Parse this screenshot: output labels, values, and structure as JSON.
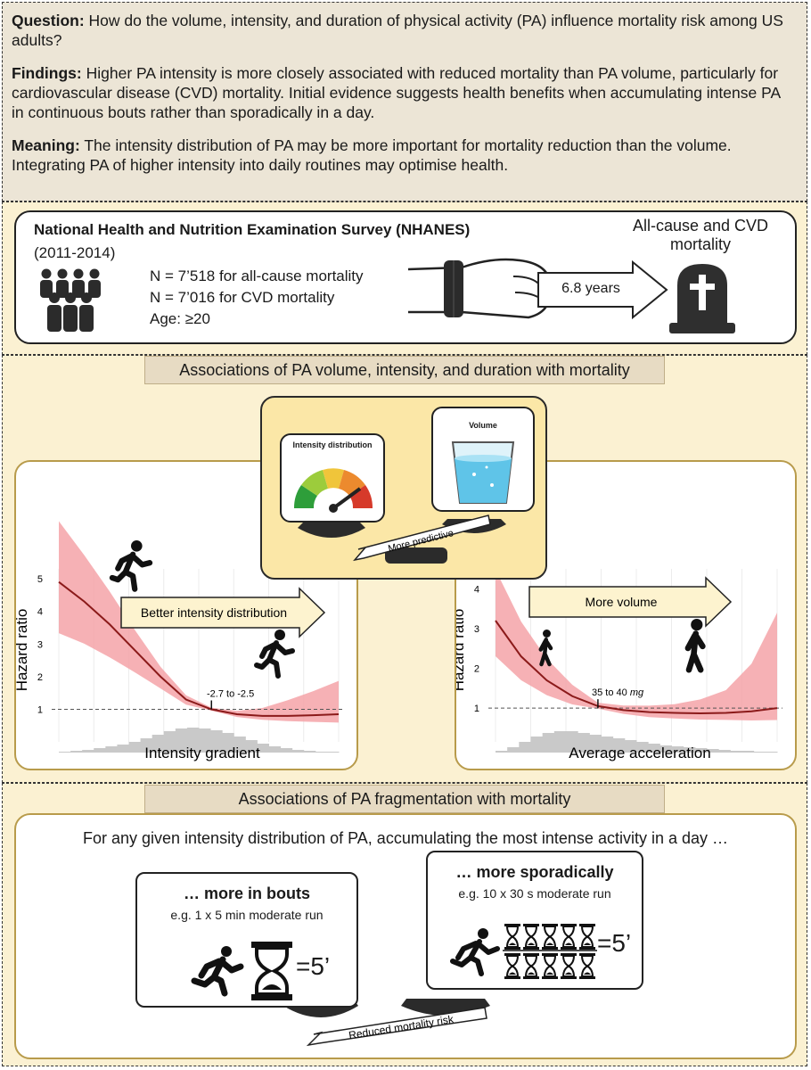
{
  "summary": {
    "question_label": "Question:",
    "question_text": " How do the volume, intensity, and duration of physical activity (PA) influence mortality risk among US adults?",
    "findings_label": "Findings:",
    "findings_text": " Higher PA intensity is more closely associated with reduced mortality than PA volume, particularly for cardiovascular disease (CVD) mortality. Initial evidence suggests health benefits when accumulating intense PA in continuous bouts rather than sporadically in a day.",
    "meaning_label": "Meaning:",
    "meaning_text": " The intensity distribution of PA may be more important for mortality reduction than the volume. Integrating PA of higher intensity into daily routines may optimise health."
  },
  "study": {
    "title": "National Health and Nutrition Examination Survey (NHANES)",
    "years": "(2011-2014)",
    "n_allcause": "N = 7’518 for all-cause mortality",
    "n_cvd": "N = 7’016 for CVD mortality",
    "age": "Age: ≥20",
    "followup": "6.8 years",
    "outcome_line1": "All-cause and CVD",
    "outcome_line2": "mortality"
  },
  "section2": {
    "banner": "Associations of PA volume, intensity, and duration with mortality",
    "gauge_title": "Intensity distribution",
    "volume_title": "Volume",
    "plank_label": "More predictive"
  },
  "chart_data": [
    {
      "type": "line",
      "ylabel": "Hazard ratio",
      "xlabel": "Intensity gradient",
      "yticks": [
        1,
        2,
        3,
        4,
        5
      ],
      "arrow_label": "Better intensity distribution",
      "annotation": "-2.7 to -2.5",
      "series": [
        {
          "values": [
            4.9,
            4.3,
            3.6,
            2.8,
            2.0,
            1.3,
            1.0,
            0.85,
            0.8,
            0.8,
            0.82,
            0.85
          ]
        }
      ]
    },
    {
      "type": "line",
      "ylabel": "Hazard ratio",
      "xlabel": "Average acceleration",
      "yticks": [
        1,
        2,
        3,
        4
      ],
      "arrow_label": "More volume",
      "annotation": "35 to 40 mg",
      "annotation_unit_prefix": "35 to 40 ",
      "annotation_unit": "mg",
      "series": [
        {
          "values": [
            3.2,
            2.3,
            1.7,
            1.3,
            1.05,
            0.95,
            0.9,
            0.88,
            0.87,
            0.88,
            0.92,
            1.0
          ]
        }
      ]
    }
  ],
  "section3": {
    "banner": "Associations of PA fragmentation with mortality",
    "intro": "For any given intensity distribution of PA, accumulating the most intense activity in a day …",
    "bouts_title": "… more in bouts",
    "bouts_example": "e.g. 1 x 5 min moderate run",
    "equals": "=5’",
    "sporadic_title": "… more sporadically",
    "sporadic_example": "e.g. 10 x 30 s moderate run",
    "plank_label": "Reduced mortality risk"
  }
}
